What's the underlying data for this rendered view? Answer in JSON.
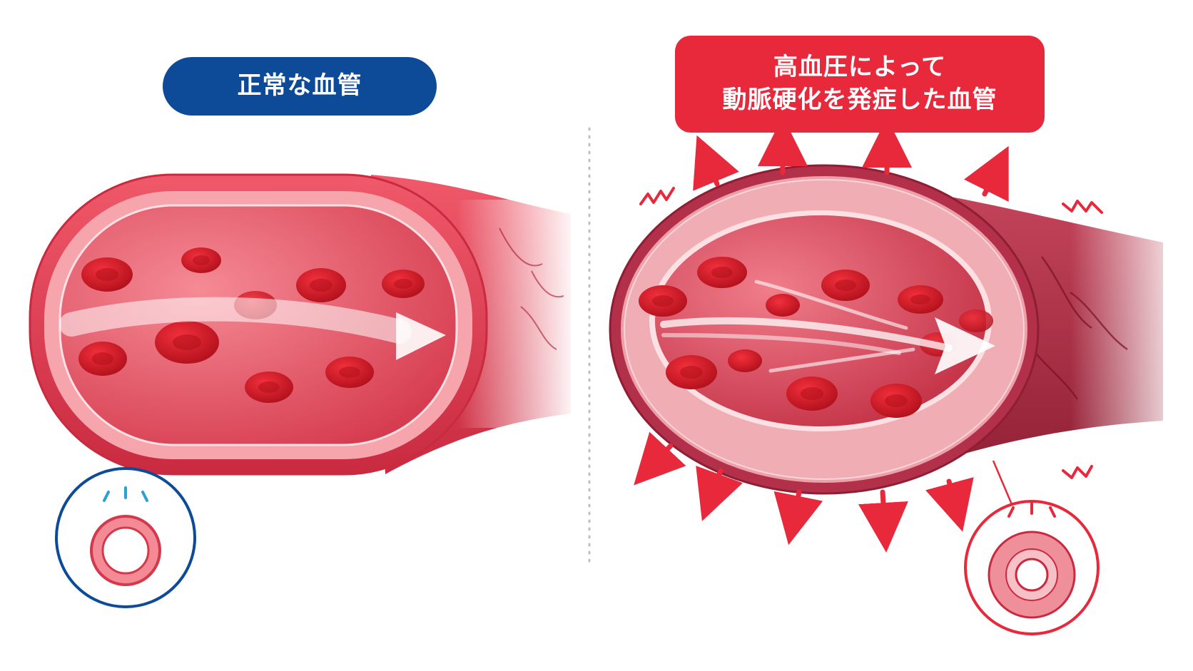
{
  "colors": {
    "normal_accent": "#0d4a97",
    "hyper_accent": "#e8283b",
    "vessel_red": "#e33b4f",
    "vessel_dark": "#b81e33",
    "blood_cell": "#d81a28",
    "divider": "#bfbfbf"
  },
  "normal": {
    "title": "正常な血管",
    "icons": {
      "flow_arrow": "arrow-right-icon",
      "cross_section": "normal-ring-icon"
    }
  },
  "hypertension": {
    "title_line1": "高血圧によって",
    "title_line2": "動脈硬化を発症した血管",
    "icons": {
      "pressure_arrows": "arrow-out-icon",
      "strain": "zigzag-icon",
      "cross_section": "thick-ring-icon"
    }
  }
}
